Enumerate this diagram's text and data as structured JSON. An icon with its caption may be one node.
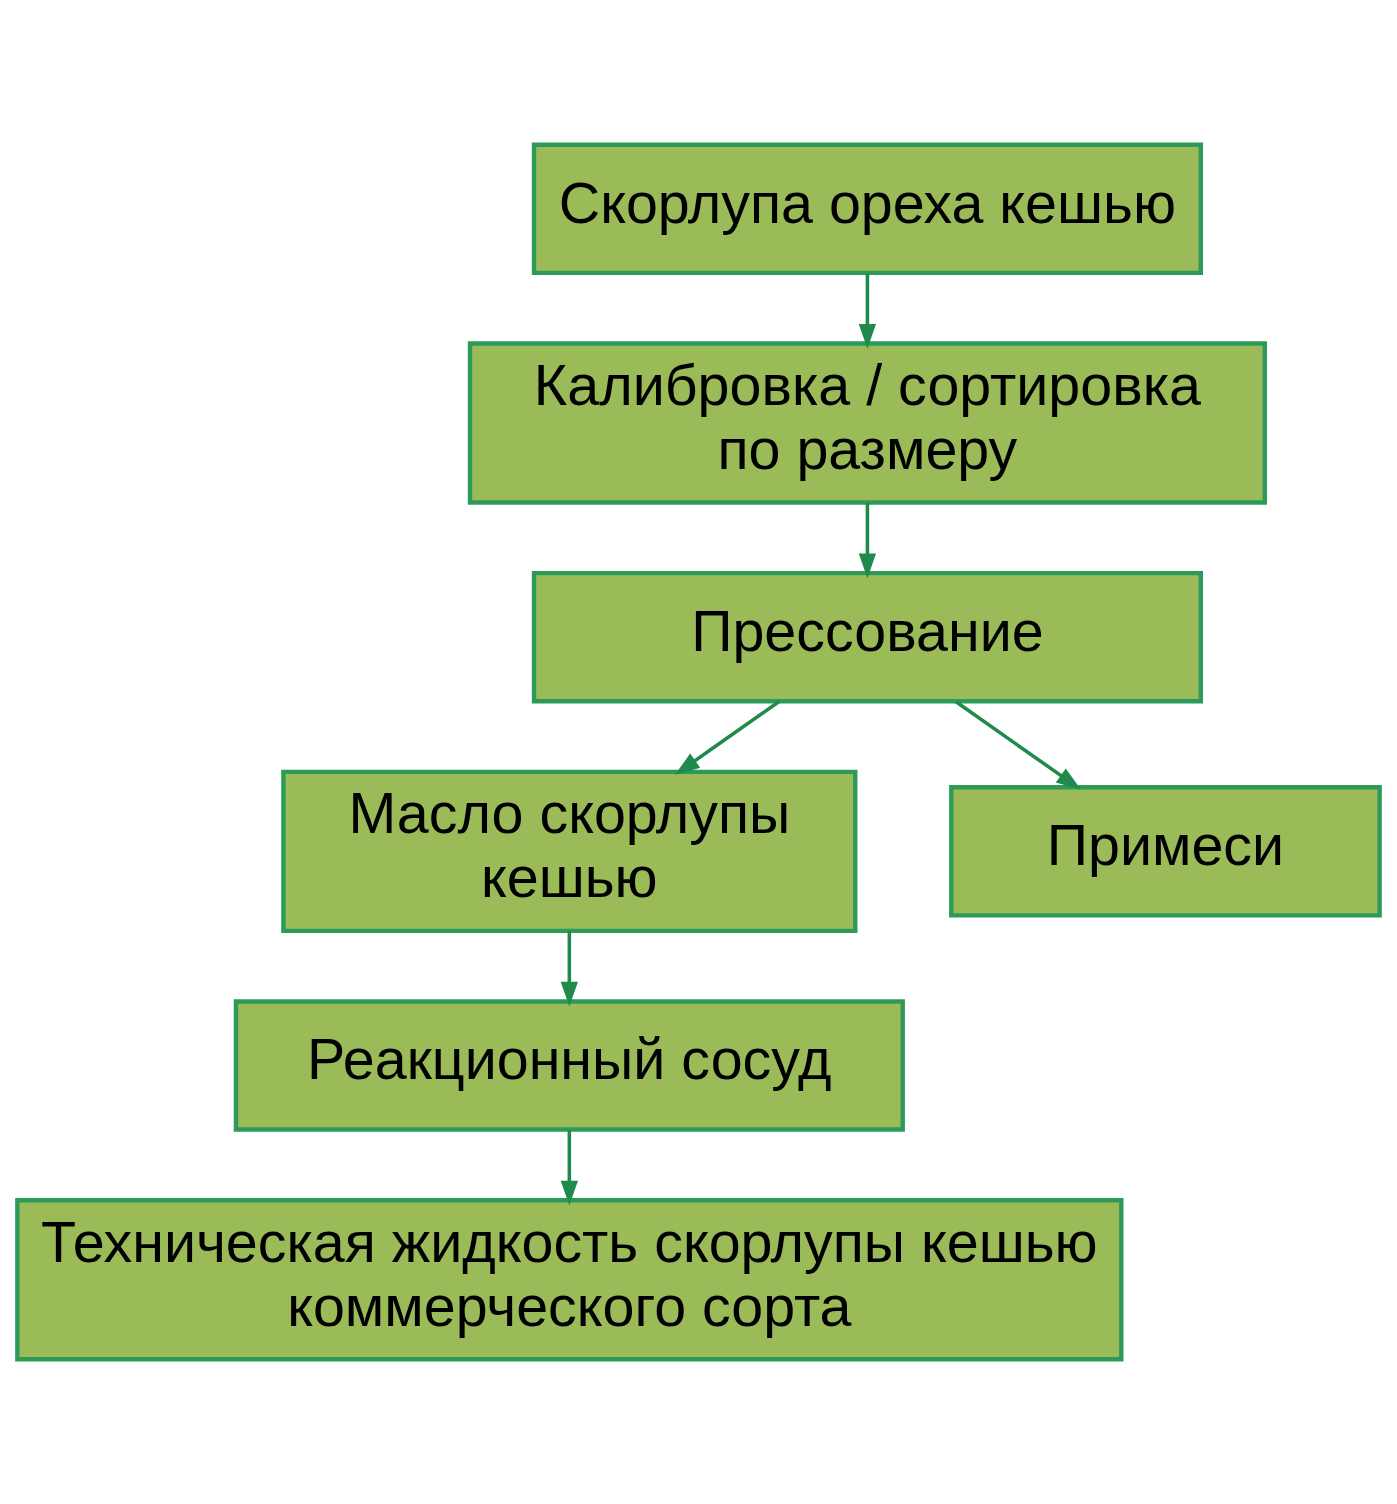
{
  "diagram": {
    "nodes": [
      {
        "text": [
          "Скорлупа ореха кешью"
        ]
      },
      {
        "text": [
          "Калибровка / сортировка по размеру"
        ]
      },
      {
        "text": [
          "Прессование"
        ]
      },
      {
        "text": [
          "Масло скорлупы кешью"
        ]
      },
      {
        "text": [
          "Примеси"
        ]
      },
      {
        "text": [
          "Реакционный сосуд"
        ]
      },
      {
        "text": [
          "Техническая жидкость скорлупы кешью коммерческого сорта"
        ]
      }
    ],
    "edges": [
      {
        "from": 0,
        "to": 1,
        "arrow": "to"
      },
      {
        "from": 1,
        "to": 2,
        "arrow": "to"
      },
      {
        "from": 2,
        "to": 3,
        "arrow": "to"
      },
      {
        "from": 2,
        "to": 4,
        "arrow": "to"
      },
      {
        "from": 3,
        "to": 5,
        "arrow": "to"
      },
      {
        "from": 5,
        "to": 6,
        "arrow": "to"
      }
    ]
  }
}
